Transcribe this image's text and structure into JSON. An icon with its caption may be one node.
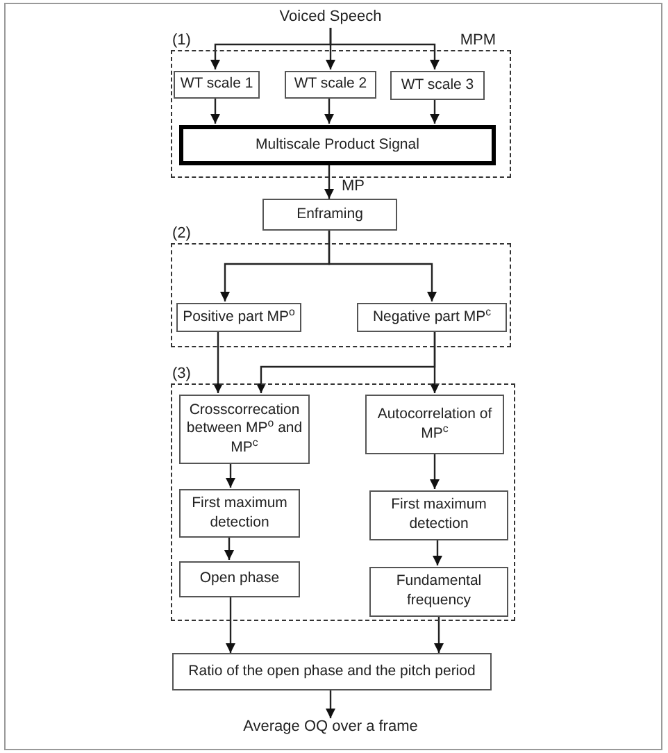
{
  "diagram": {
    "nodes": [
      {
        "text": [
          "Voiced Speech"
        ]
      },
      {
        "text": [
          "(1)",
          "MPM"
        ]
      },
      {
        "text": [
          "WT scale 1"
        ],
        "in": 1
      },
      {
        "text": [
          "WT scale 2"
        ],
        "in": 1
      },
      {
        "text": [
          "WT scale 3"
        ],
        "in": 1
      },
      {
        "text": [
          "Multiscale Product Signal"
        ],
        "in": 1
      },
      {
        "text": [
          "Enframing"
        ]
      },
      {
        "text": [
          "(2)"
        ]
      },
      {
        "text": [
          "Positive part MP$^{o}$"
        ],
        "in": 7
      },
      {
        "text": [
          "Negative part MP$^{c}$"
        ],
        "in": 7
      },
      {
        "text": [
          "(3)"
        ]
      },
      {
        "text": [
          "Crosscorrecation between MP$^{o}$ and MP$^{c}$"
        ],
        "in": 10
      },
      {
        "text": [
          "Autocorrelation of MP$^{c}$"
        ],
        "in": 10
      },
      {
        "text": [
          "First maximum detection"
        ],
        "in": 10
      },
      {
        "text": [
          "First maximum detection"
        ],
        "in": 10
      },
      {
        "text": [
          "Open phase"
        ],
        "in": 10
      },
      {
        "text": [
          "Fundamental frequency"
        ],
        "in": 10
      },
      {
        "text": [
          "Ratio of the open phase and the pitch period"
        ]
      },
      {
        "text": [
          "Average OQ over a frame"
        ]
      }
    ],
    "edges": [
      {
        "from": 0,
        "to": 2,
        "arrow": "to"
      },
      {
        "from": 0,
        "to": 3,
        "arrow": "to"
      },
      {
        "from": 0,
        "to": 4,
        "arrow": "to"
      },
      {
        "from": 2,
        "to": 5,
        "arrow": "to"
      },
      {
        "from": 3,
        "to": 5,
        "arrow": "to"
      },
      {
        "from": 4,
        "to": 5,
        "arrow": "to"
      },
      {
        "from": 5,
        "to": 6,
        "arrow": "to",
        "label": "MP"
      },
      {
        "from": 6,
        "to": 8,
        "arrow": "to"
      },
      {
        "from": 6,
        "to": 9,
        "arrow": "to"
      },
      {
        "from": 8,
        "to": 11,
        "arrow": "to"
      },
      {
        "from": 9,
        "to": 11,
        "arrow": "to"
      },
      {
        "from": 9,
        "to": 12,
        "arrow": "to"
      },
      {
        "from": 11,
        "to": 13,
        "arrow": "to"
      },
      {
        "from": 13,
        "to": 15,
        "arrow": "to"
      },
      {
        "from": 12,
        "to": 14,
        "arrow": "to"
      },
      {
        "from": 14,
        "to": 16,
        "arrow": "to"
      },
      {
        "from": 15,
        "to": 17,
        "arrow": "to"
      },
      {
        "from": 16,
        "to": 17,
        "arrow": "to"
      },
      {
        "from": 17,
        "to": 18,
        "arrow": "to"
      }
    ]
  }
}
